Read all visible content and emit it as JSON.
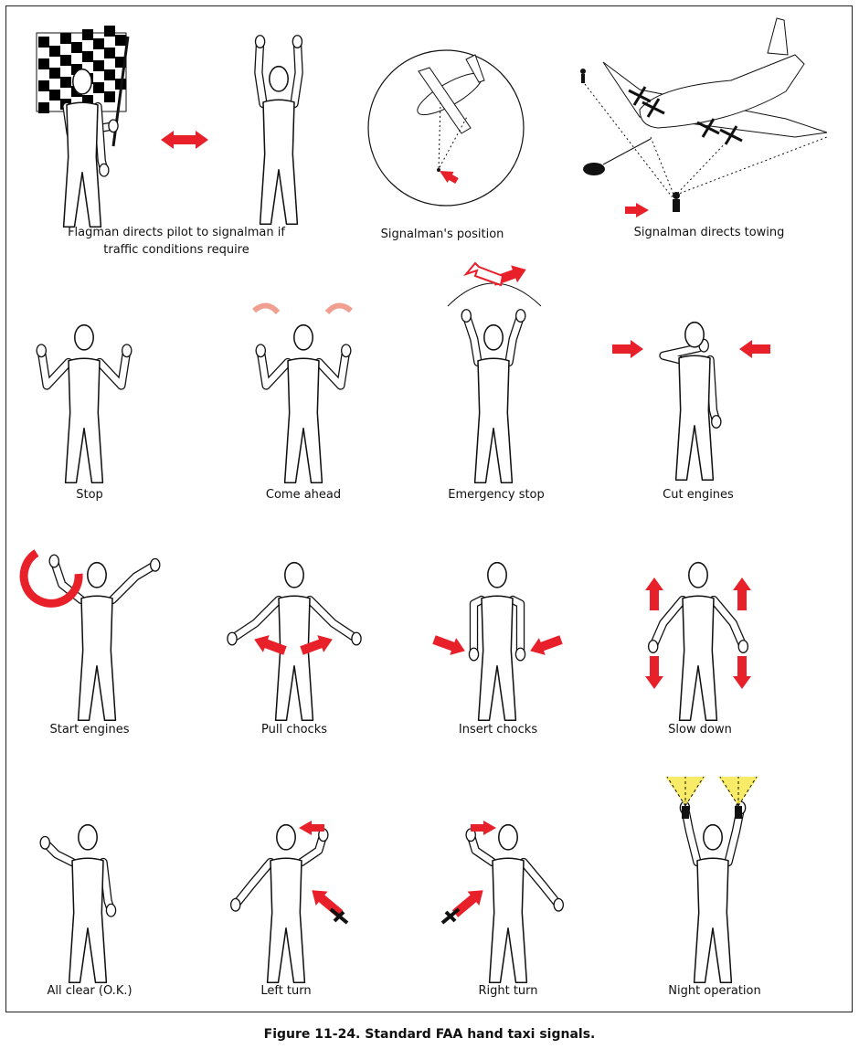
{
  "figure_caption": "Figure 11-24. Standard FAA hand taxi signals.",
  "colors": {
    "arrow": "#e8202a",
    "light": "#f5e642",
    "outline": "#111111"
  },
  "signals": [
    {
      "id": "flagman",
      "label_line1": "Flagman directs pilot to signalman if",
      "label_line2": "traffic conditions require"
    },
    {
      "id": "position",
      "label": "Signalman's position"
    },
    {
      "id": "towing",
      "label": "Signalman directs towing"
    },
    {
      "id": "stop",
      "label": "Stop"
    },
    {
      "id": "come-ahead",
      "label": "Come ahead"
    },
    {
      "id": "emergency-stop",
      "label": "Emergency stop"
    },
    {
      "id": "cut-engines",
      "label": "Cut engines"
    },
    {
      "id": "start-engines",
      "label": "Start engines"
    },
    {
      "id": "pull-chocks",
      "label": "Pull chocks"
    },
    {
      "id": "insert-chocks",
      "label": "Insert chocks"
    },
    {
      "id": "slow-down",
      "label": "Slow down"
    },
    {
      "id": "all-clear",
      "label": "All clear (O.K.)"
    },
    {
      "id": "left-turn",
      "label": "Left turn"
    },
    {
      "id": "right-turn",
      "label": "Right turn"
    },
    {
      "id": "night-operation",
      "label": "Night operation"
    }
  ]
}
